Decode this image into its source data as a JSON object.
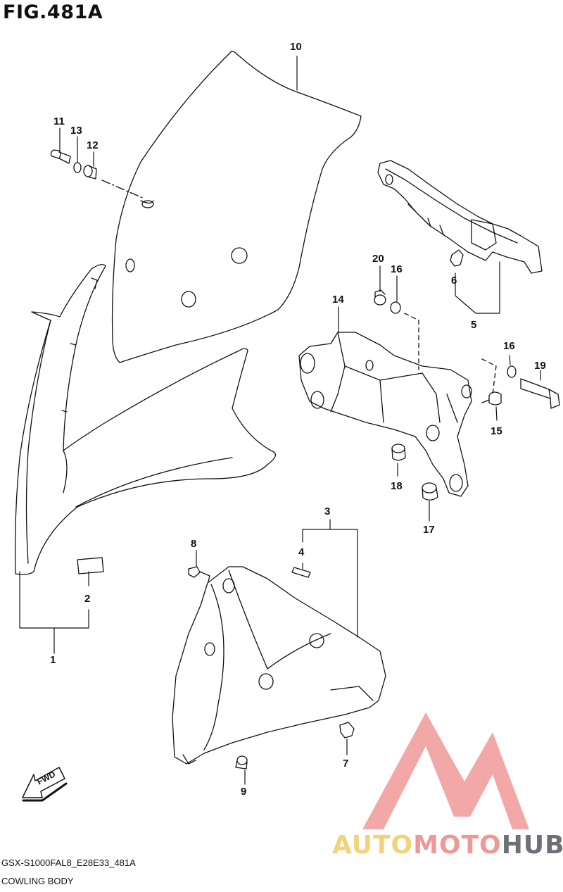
{
  "figure": {
    "title": "FIG.481A",
    "model_code": "GSX-S1000FAL8_E28E33_481A",
    "group_name": "COWLING BODY",
    "fwd_label": "FWD"
  },
  "callouts": [
    {
      "id": "c1",
      "text": "1"
    },
    {
      "id": "c2",
      "text": "2"
    },
    {
      "id": "c3",
      "text": "3"
    },
    {
      "id": "c4",
      "text": "4"
    },
    {
      "id": "c5",
      "text": "5"
    },
    {
      "id": "c6",
      "text": "6"
    },
    {
      "id": "c7",
      "text": "7"
    },
    {
      "id": "c8",
      "text": "8"
    },
    {
      "id": "c9",
      "text": "9"
    },
    {
      "id": "c10",
      "text": "10"
    },
    {
      "id": "c11",
      "text": "11"
    },
    {
      "id": "c12",
      "text": "12"
    },
    {
      "id": "c13",
      "text": "13"
    },
    {
      "id": "c14",
      "text": "14"
    },
    {
      "id": "c15",
      "text": "15"
    },
    {
      "id": "c16a",
      "text": "16"
    },
    {
      "id": "c16b",
      "text": "16"
    },
    {
      "id": "c17",
      "text": "17"
    },
    {
      "id": "c18",
      "text": "18"
    },
    {
      "id": "c19",
      "text": "19"
    },
    {
      "id": "c20",
      "text": "20"
    }
  ],
  "watermark": {
    "part_a": "AUTO",
    "part_b": "MOTO",
    "part_c": "HUB",
    "colors": {
      "a": "#f3d27a",
      "b": "#ef9898",
      "c": "#6f6f78",
      "logo": "#f29a9a"
    }
  }
}
